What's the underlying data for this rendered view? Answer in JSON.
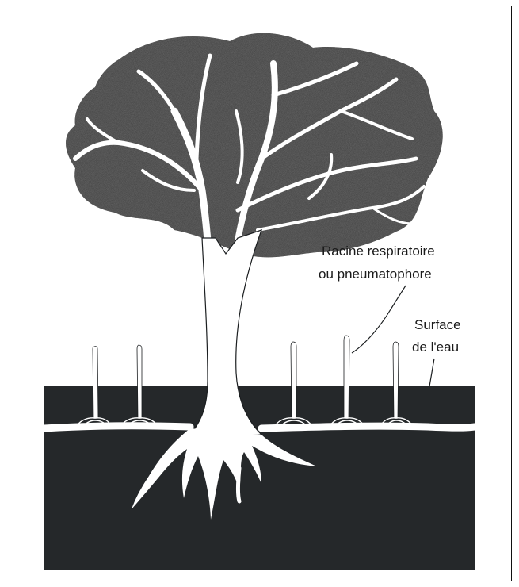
{
  "labels": {
    "pneumatophore_line1": "Racine respiratoire",
    "pneumatophore_line2": "ou pneumatophore",
    "surface_line1": "Surface",
    "surface_line2": "de l'eau"
  },
  "colors": {
    "ink": "#1b1e20",
    "paper": "#ffffff",
    "canopy": "#3a3a3a",
    "water": "#25282a"
  },
  "icons": [
    "tree-canopy",
    "tree-trunk",
    "pneumatophore",
    "aerial-roots"
  ]
}
